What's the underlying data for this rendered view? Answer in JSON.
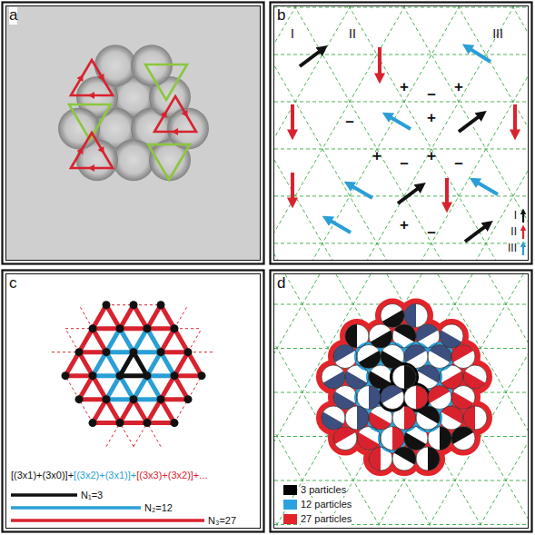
{
  "diagram": {
    "labels": [
      "a",
      "b",
      "c",
      "d",
      "I",
      "II",
      "III",
      "+",
      "–",
      "+",
      "–",
      "+",
      "+",
      "–",
      "+",
      "–",
      "+",
      "–",
      "[(3x1)+(3x0)]+",
      "[(3x2)+(3x1)]+",
      "[(3x3)+(3x2)]+..."
    ],
    "legend": [
      {
        "text": "I"
      },
      {
        "text": "II"
      },
      {
        "text": "III"
      },
      {
        "text": "N₁=3"
      },
      {
        "text": "N₂=12"
      },
      {
        "text": "N₃=27"
      },
      {
        "text": "3 particles",
        "color": "#000000"
      },
      {
        "text": "12 particles",
        "color": "#2aa3dc"
      },
      {
        "text": "27 particles",
        "color": "#e3242b"
      }
    ]
  }
}
